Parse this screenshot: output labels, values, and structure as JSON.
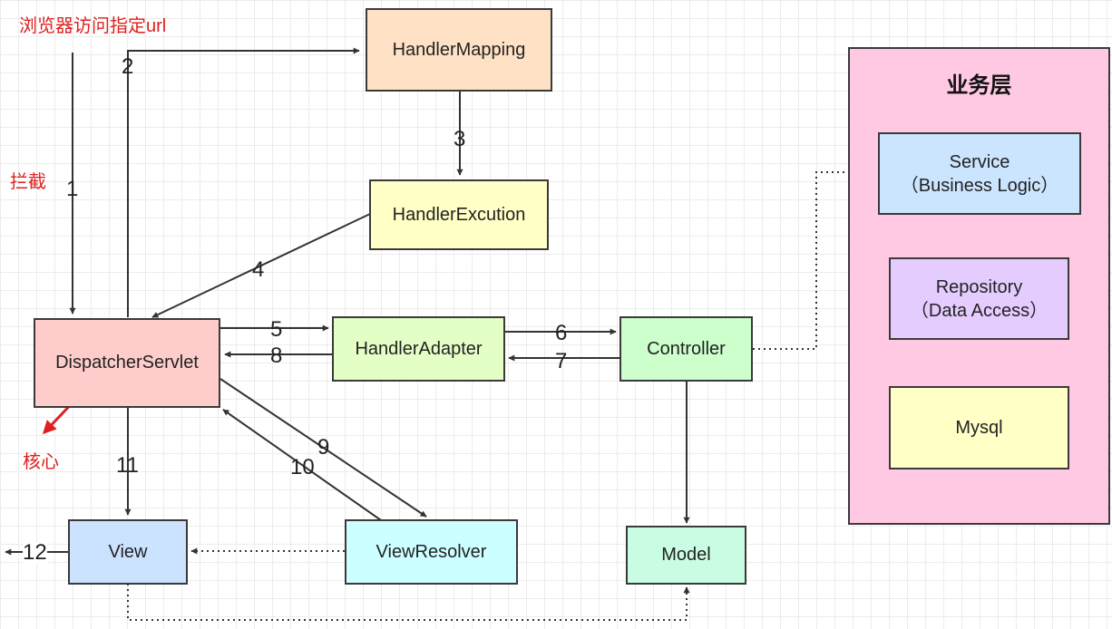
{
  "nodes": {
    "handler_mapping": "HandlerMapping",
    "handler_excution": "HandlerExcution",
    "dispatcher_servlet": "DispatcherServlet",
    "handler_adapter": "HandlerAdapter",
    "controller": "Controller",
    "view": "View",
    "view_resolver": "ViewResolver",
    "model": "Model"
  },
  "business_layer": {
    "title": "业务层",
    "service_name": "Service",
    "service_desc": "（Business Logic）",
    "repository_name": "Repository",
    "repository_desc": "（Data Access）",
    "mysql": "Mysql"
  },
  "annotations": {
    "browser_request": "浏览器访问指定url",
    "intercept": "拦截",
    "core": "核心"
  },
  "step_labels": {
    "s1": "1",
    "s2": "2",
    "s3": "3",
    "s4": "4",
    "s5": "5",
    "s6": "6",
    "s7": "7",
    "s8": "8",
    "s9": "9",
    "s10": "10",
    "s11": "11",
    "s12": "12"
  },
  "colors": {
    "handler_mapping": "#ffe2c6",
    "handler_excution": "#ffffc6",
    "dispatcher_servlet": "#ffcccc",
    "handler_adapter": "#e4ffc6",
    "controller": "#ccffcc",
    "view": "#cce3ff",
    "view_resolver": "#ccffff",
    "model": "#c9fde3",
    "business_layer": "#ffc9e3",
    "service": "#cce5ff",
    "repository": "#e5ccff",
    "mysql": "#ffffc6",
    "annotation": "#e02020"
  }
}
